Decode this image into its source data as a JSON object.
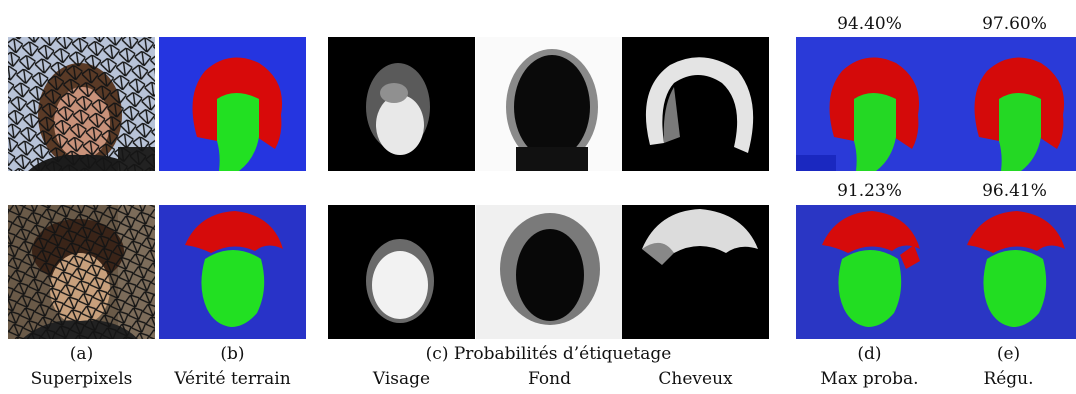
{
  "figure": {
    "accuracy": {
      "row1": {
        "max_proba": "94.40%",
        "regu": "97.60%"
      },
      "row2": {
        "max_proba": "91.23%",
        "regu": "96.41%"
      }
    },
    "captions": {
      "a_letter": "(a)",
      "a_label": "Superpixels",
      "b_letter": "(b)",
      "b_label": "Vérité terrain",
      "c_title": "(c) Probabilités d’étiquetage",
      "c_face": "Visage",
      "c_background": "Fond",
      "c_hair": "Cheveux",
      "d_letter": "(d)",
      "d_label": "Max proba.",
      "e_letter": "(e)",
      "e_label": "Régu."
    },
    "colors": {
      "hair": "#d40000",
      "face": "#22dd22",
      "background": "#1a2bd6",
      "photo_bg": "#b9c4da"
    }
  }
}
